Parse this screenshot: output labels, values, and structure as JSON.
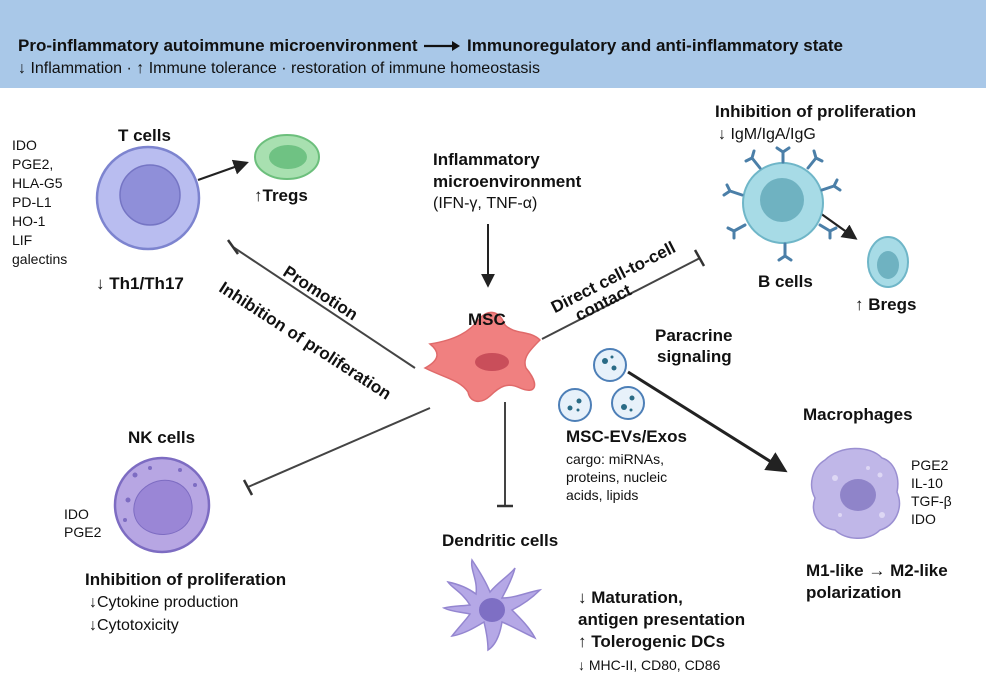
{
  "banner": {
    "line1_left": "Pro-inflammatory autoimmune microenvironment",
    "line1_right": "Immunoregulatory and anti-inflammatory state",
    "line2": "↓ Inflammation · ↑ Immune tolerance · restoration of immune homeostasis"
  },
  "t_cells": {
    "title": "T cells",
    "mediators": [
      "IDO",
      "PGE2,",
      "HLA-G5",
      "PD-L1",
      "HO-1",
      "LIF",
      "galectins"
    ],
    "tregs": "↑Tregs",
    "th": "↓  Th1/Th17"
  },
  "center": {
    "infl_line1": "Inflammatory",
    "infl_line2": "microenvironment",
    "infl_line3": "(IFN-γ, TNF-α)",
    "msc": "MSC",
    "promotion": "Promotion",
    "inhibition_prolif": "Inhibition of proliferation",
    "contact_line1": "Direct cell-to-cell",
    "contact_line2": "contact",
    "paracrine_line1": "Paracrine",
    "paracrine_line2": "signaling"
  },
  "b_cells": {
    "inhibit_title": "Inhibition of proliferation",
    "ig": "↓  IgM/IgA/IgG",
    "label": "B cells",
    "bregs": "↑  Bregs"
  },
  "evs": {
    "title": "MSC-EVs/Exos",
    "cargo": [
      "cargo: miRNAs,",
      "proteins, nucleic",
      "acids, lipids"
    ]
  },
  "macrophages": {
    "title": "Macrophages",
    "mediators": [
      "PGE2",
      "IL-10",
      "TGF-β",
      "IDO"
    ],
    "pol_line1": "M1-like → M2-like",
    "pol_line2": "polarization"
  },
  "nk": {
    "title": "NK cells",
    "mediators": [
      "IDO",
      "PGE2"
    ],
    "inhibit_title": "Inhibition of proliferation",
    "effects": [
      "↓Cytokine production",
      "↓Cytotoxicity"
    ]
  },
  "dc": {
    "title": "Dendritic cells",
    "line1": "↓ Maturation,",
    "line2": "antigen presentation",
    "line3": "↑ Tolerogenic DCs",
    "line4": "↓  MHC-II, CD80, CD86"
  },
  "colors": {
    "banner": "#a9c8e8",
    "t_cell": "#b9bdf0",
    "treg": "#8fd39a",
    "b_cell": "#9fd6e3",
    "msc": "#f08080",
    "nk": "#b7a6e3",
    "macrophage": "#c0b7e8",
    "dc": "#b5a8e6"
  }
}
